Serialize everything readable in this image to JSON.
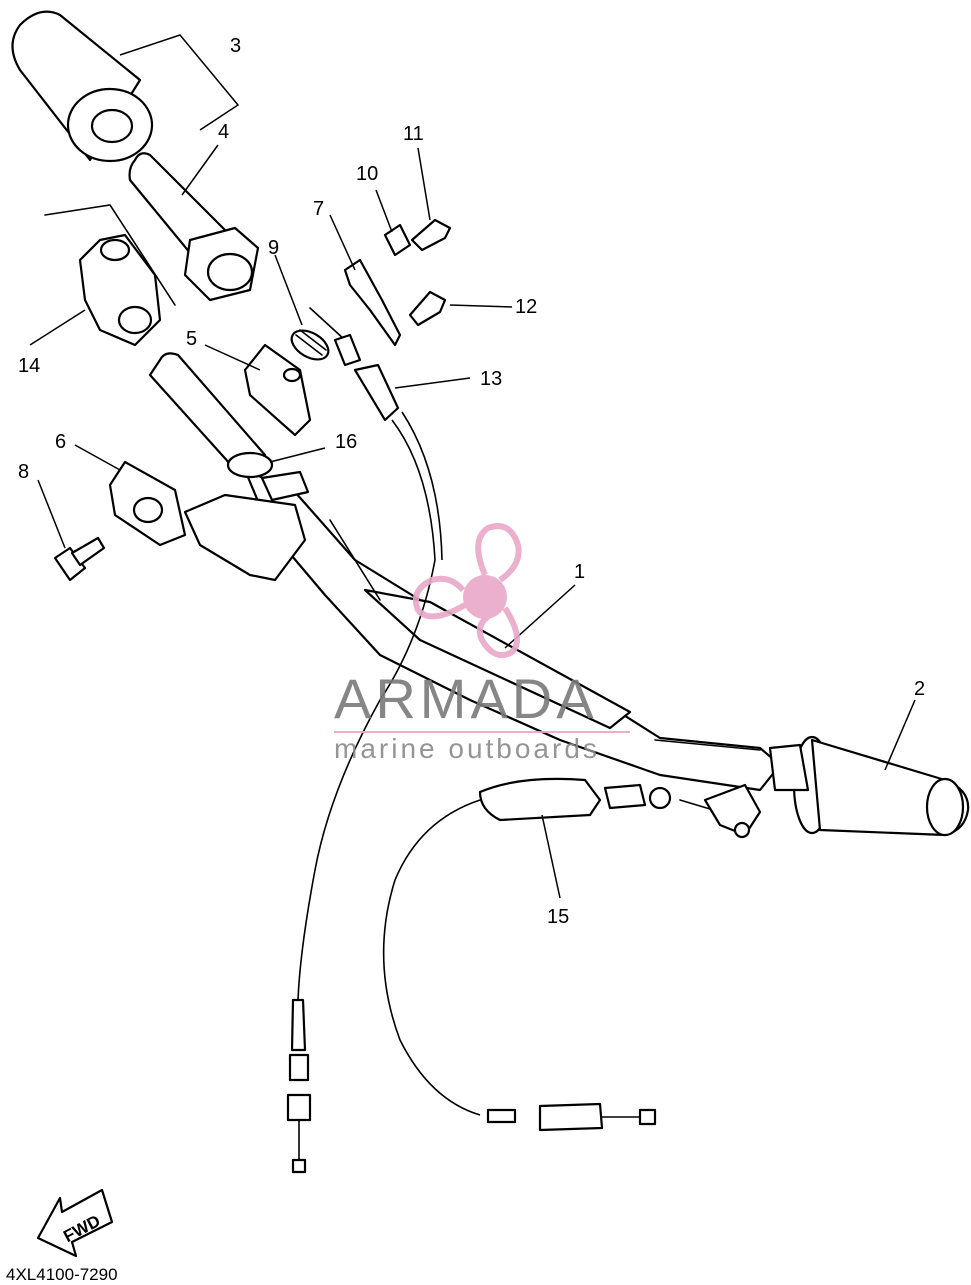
{
  "part_labels": [
    "1",
    "2",
    "3",
    "4",
    "5",
    "6",
    "7",
    "8",
    "9",
    "10",
    "11",
    "12",
    "13",
    "14",
    "15",
    "16"
  ],
  "diagram_code": "4XL4100-7290",
  "fwd_label": "FWD",
  "watermark": {
    "title": "ARMADA",
    "subtitle": "marine outboards",
    "logo_color": "#e8a8c8"
  }
}
